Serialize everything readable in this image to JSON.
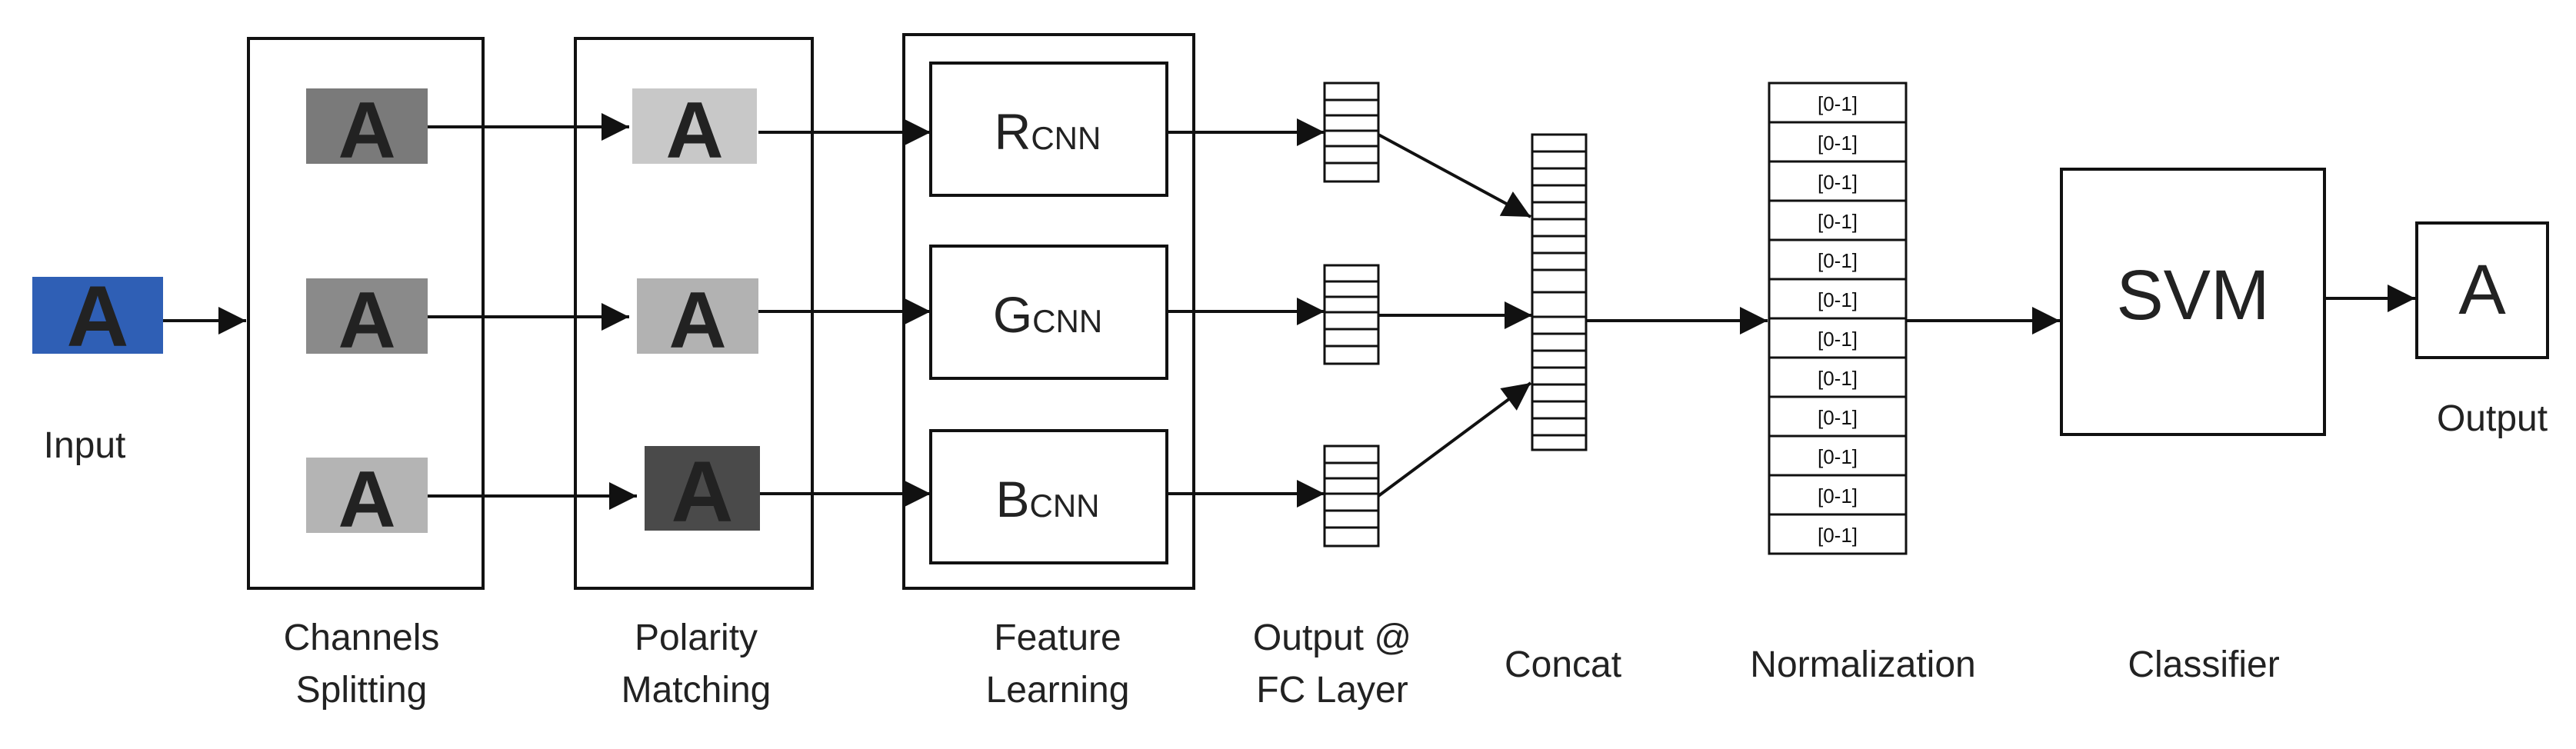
{
  "stages": {
    "input": "Input",
    "channels_splitting": [
      "Channels",
      "Splitting"
    ],
    "polarity_matching": [
      "Polarity",
      "Matching"
    ],
    "feature_learning": [
      "Feature",
      "Learning"
    ],
    "output_fc": [
      "Output @",
      "FC Layer"
    ],
    "concat": "Concat",
    "normalization": "Normalization",
    "classifier": "Classifier",
    "output": "Output"
  },
  "cnn": {
    "r": {
      "letter": "R",
      "sub": "CNN"
    },
    "g": {
      "letter": "G",
      "sub": "CNN"
    },
    "b": {
      "letter": "B",
      "sub": "CNN"
    }
  },
  "svm_label": "SVM",
  "output_letter": "A",
  "image_letter": "A",
  "norm_cells": [
    "[0-1]",
    "[0-1]",
    "[0-1]",
    "[0-1]",
    "[0-1]",
    "[0-1]",
    "[0-1]",
    "[0-1]",
    "[0-1]",
    "[0-1]",
    "[0-1]",
    "[0-1]"
  ],
  "colors": {
    "stroke": "#111111",
    "input_bg": "#2f5fb5",
    "input_letter": "#f2f2f2"
  }
}
